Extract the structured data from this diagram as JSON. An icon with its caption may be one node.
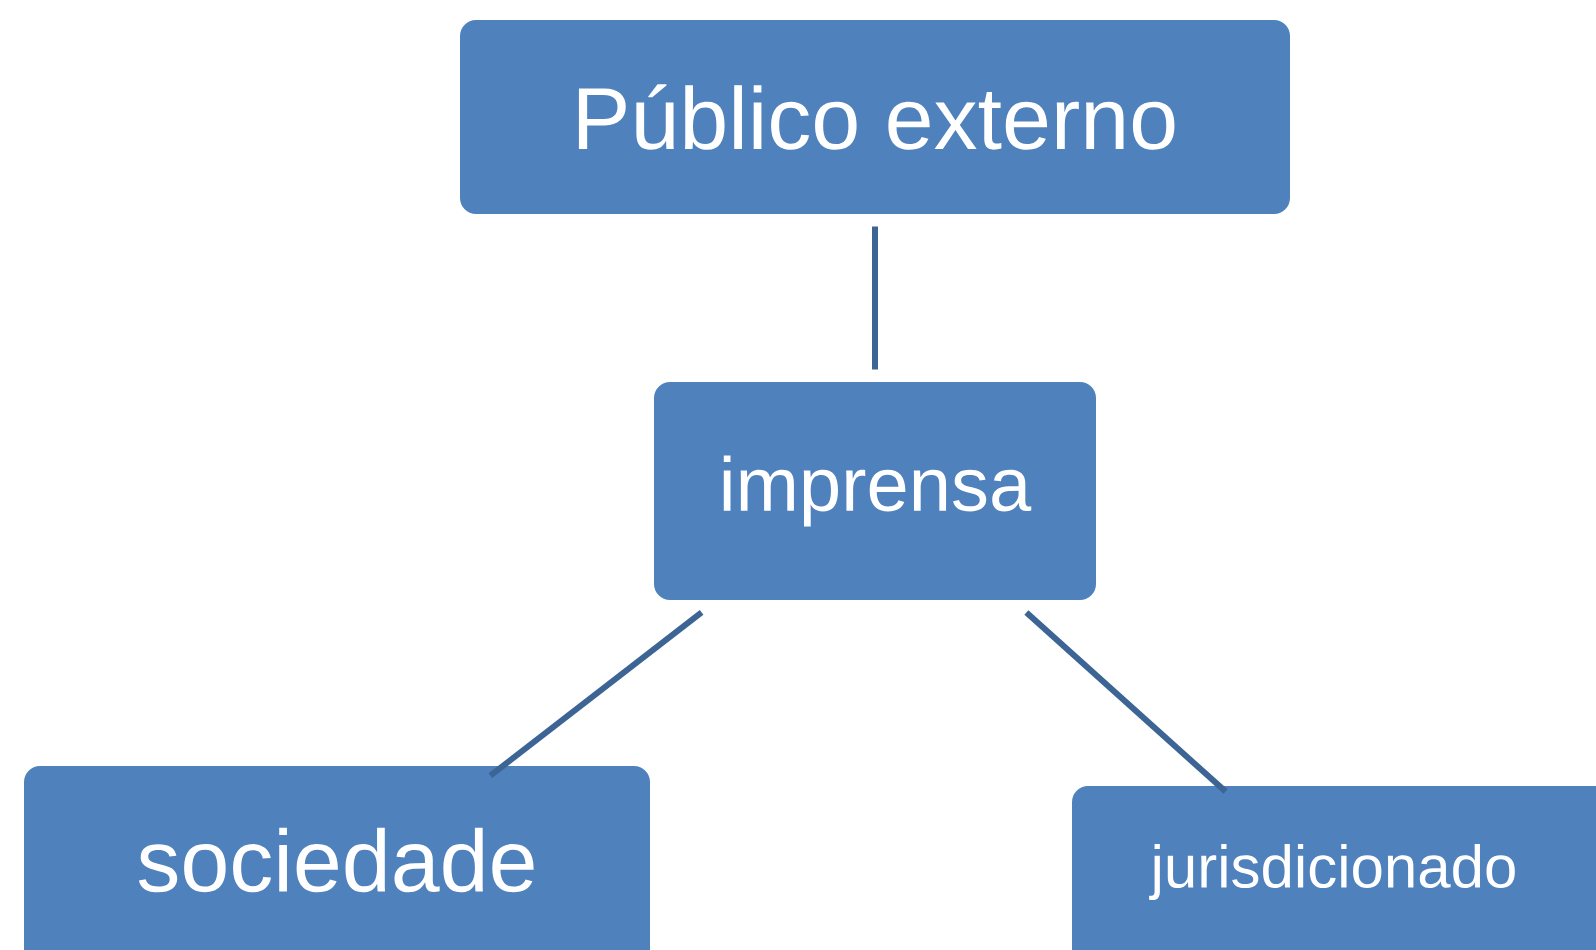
{
  "diagram": {
    "nodes": [
      {
        "text": [
          "Público externo"
        ]
      },
      {
        "text": [
          "imprensa"
        ]
      },
      {
        "text": [
          "sociedade"
        ]
      },
      {
        "text": [
          "jurisdicionado"
        ]
      }
    ],
    "edges": [
      {
        "from": 0,
        "to": 1,
        "arrow": "none"
      },
      {
        "from": 1,
        "to": 2,
        "arrow": "none"
      },
      {
        "from": 1,
        "to": 3,
        "arrow": "none"
      }
    ]
  }
}
